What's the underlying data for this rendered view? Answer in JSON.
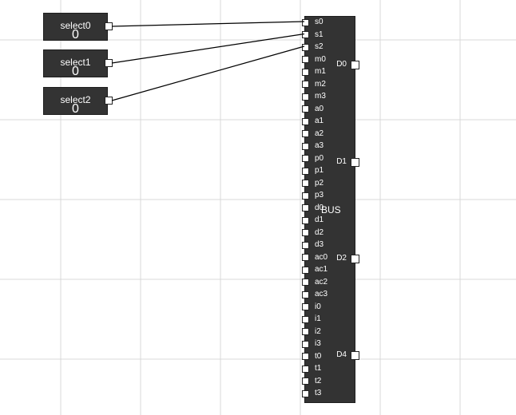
{
  "selects": [
    {
      "label": "select0",
      "value": "0"
    },
    {
      "label": "select1",
      "value": "0"
    },
    {
      "label": "select2",
      "value": "0"
    }
  ],
  "bus": {
    "name": "BUS",
    "inputs": [
      "s0",
      "s1",
      "s2",
      "m0",
      "m1",
      "m2",
      "m3",
      "a0",
      "a1",
      "a2",
      "a3",
      "p0",
      "p1",
      "p2",
      "p3",
      "d0",
      "d1",
      "d2",
      "d3",
      "ac0",
      "ac1",
      "ac2",
      "ac3",
      "i0",
      "i1",
      "i2",
      "i3",
      "t0",
      "t1",
      "t2",
      "t3"
    ],
    "outputs": [
      "D0",
      "D1",
      "D2",
      "D4"
    ]
  },
  "connections": [
    {
      "from": "select0",
      "to": "s0"
    },
    {
      "from": "select1",
      "to": "s1"
    },
    {
      "from": "select2",
      "to": "s2"
    }
  ],
  "colors": {
    "node_fill": "#333333",
    "port_fill": "#ffffff",
    "grid_line": "#d8d8d8",
    "wire": "#000000"
  }
}
